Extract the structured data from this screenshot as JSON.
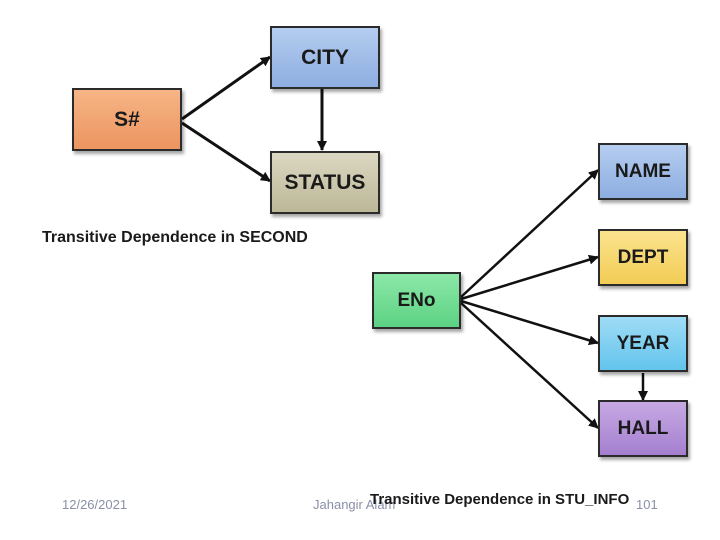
{
  "diagram1": {
    "nodes": {
      "s": {
        "label": "S#",
        "color": "#f0a070"
      },
      "city": {
        "label": "CITY",
        "color": "#9dbbe6"
      },
      "status": {
        "label": "STATUS",
        "color": "#cfcab0"
      }
    },
    "caption": "Transitive Dependence in SECOND"
  },
  "diagram2": {
    "nodes": {
      "eno": {
        "label": "ENo",
        "color": "#6fdc92"
      },
      "name": {
        "label": "NAME",
        "color": "#9dbbe6"
      },
      "dept": {
        "label": "DEPT",
        "color": "#f7d770"
      },
      "year": {
        "label": "YEAR",
        "color": "#7fd0f0"
      },
      "hall": {
        "label": "HALL",
        "color": "#b592d8"
      }
    },
    "caption": "Transitive Dependence in STU_INFO"
  },
  "footer": {
    "date": "12/26/2021",
    "author": "Jahangir Alam",
    "page": "101"
  }
}
